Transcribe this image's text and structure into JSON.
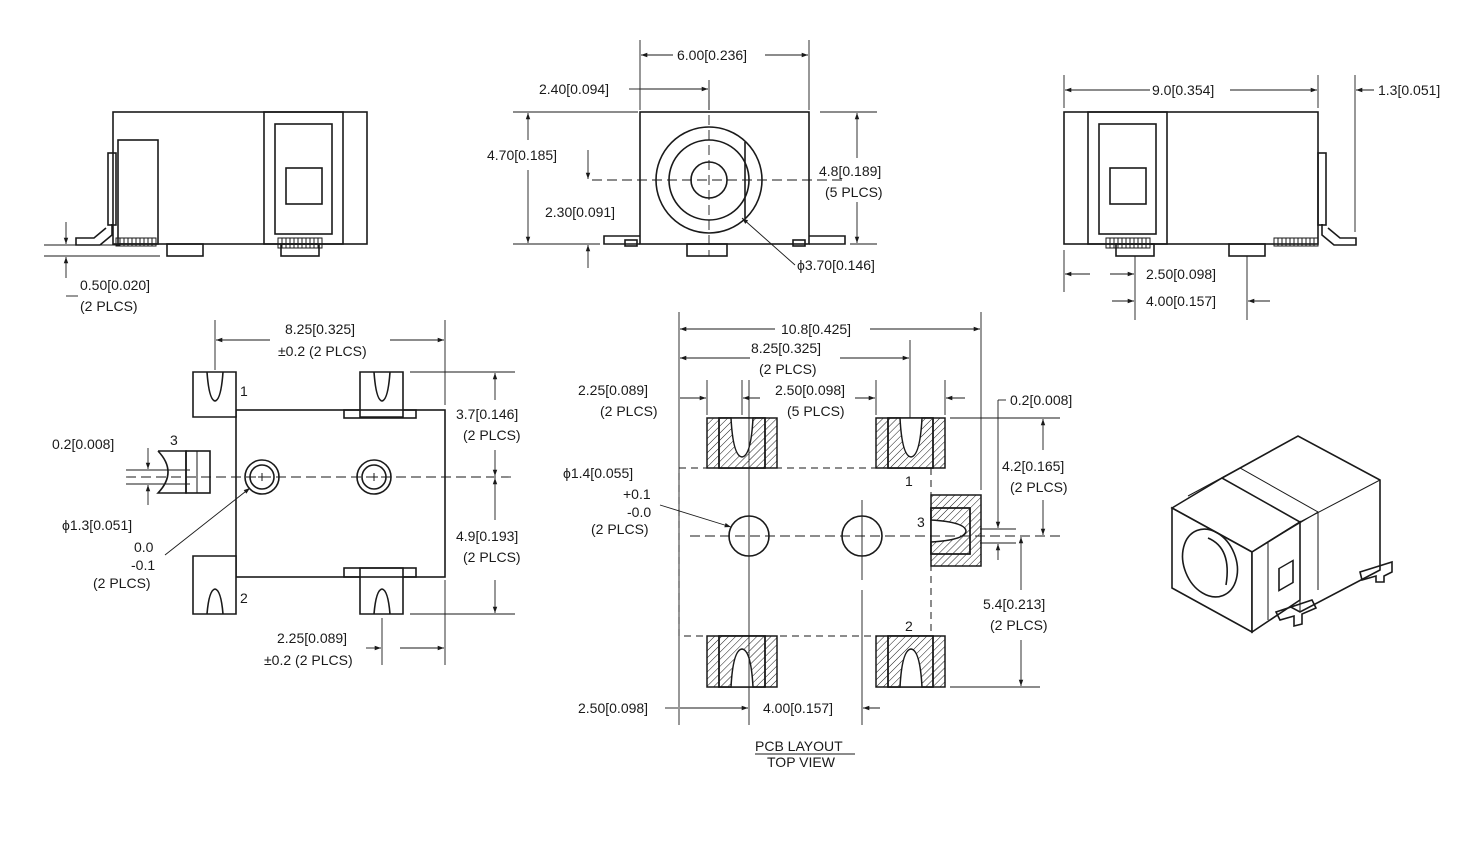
{
  "dims": {
    "top_width": "6.00[0.236]",
    "top_offset": "2.40[0.094]",
    "front_height": "4.70[0.185]",
    "front_center": "2.30[0.091]",
    "front_pin_h": "4.8[0.189]",
    "front_pin_h_note": "(5 PLCS)",
    "bore_dia": "ϕ3.70[0.146]",
    "side_width": "9.0[0.354]",
    "side_thickness": "1.3[0.051]",
    "side_2_50": "2.50[0.098]",
    "side_4_00": "4.00[0.157]",
    "left_standoff": "0.50[0.020]",
    "left_standoff_note": "(2 PLCS)",
    "bot_width": "8.25[0.325]",
    "bot_width_tol": "±0.2 (2 PLCS)",
    "bot_3_7": "3.7[0.146]",
    "bot_3_7_note": "(2 PLCS)",
    "bot_4_9": "4.9[0.193]",
    "bot_4_9_note": "(2 PLCS)",
    "bot_0_2": "0.2[0.008]",
    "bot_hole": "ϕ1.3[0.051]",
    "bot_tol_a": "0.0",
    "bot_tol_b": "-0.1",
    "bot_tol_note": "(2 PLCS)",
    "bot_2_25": "2.25[0.089]",
    "bot_2_25_tol": "±0.2 (2 PLCS)",
    "pcb_10_8": "10.8[0.425]",
    "pcb_8_25": "8.25[0.325]",
    "pcb_8_25_note": "(2 PLCS)",
    "pcb_2_25": "2.25[0.089]",
    "pcb_2_25_note": "(2 PLCS)",
    "pcb_2_50": "2.50[0.098]",
    "pcb_2_50_note": "(5 PLCS)",
    "pcb_0_2": "0.2[0.008]",
    "pcb_hole": "ϕ1.4[0.055]",
    "pcb_hole_tol_a": "+0.1",
    "pcb_hole_tol_b": "-0.0",
    "pcb_hole_note": "(2 PLCS)",
    "pcb_4_2": "4.2[0.165]",
    "pcb_4_2_note": "(2 PLCS)",
    "pcb_5_4": "5.4[0.213]",
    "pcb_5_4_note": "(2 PLCS)",
    "pcb_bot_2_50": "2.50[0.098]",
    "pcb_bot_4_00": "4.00[0.157]"
  },
  "pins": {
    "p1": "1",
    "p2": "2",
    "p3": "3"
  },
  "title": {
    "line1": "PCB LAYOUT",
    "line2": "TOP VIEW"
  }
}
